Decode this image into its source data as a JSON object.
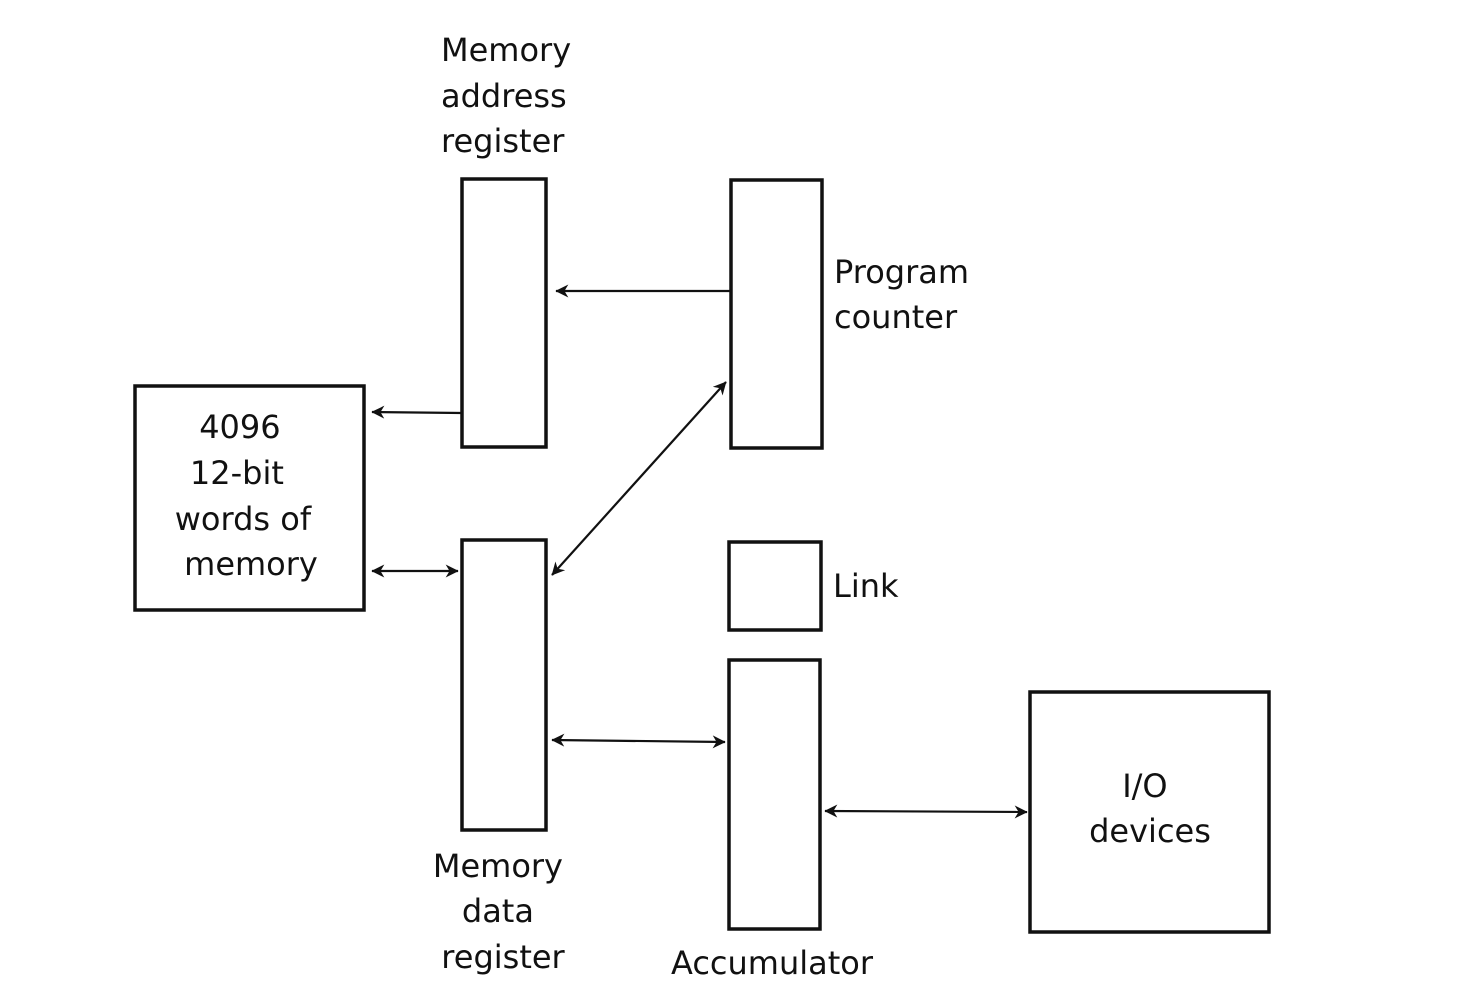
{
  "memory_address_register": {
    "label_lines": [
      "Memory",
      "address",
      "register"
    ]
  },
  "program_counter": {
    "label_lines": [
      "Program",
      "counter"
    ]
  },
  "memory": {
    "label_lines": [
      "4096",
      "12-bit",
      "words of",
      "memory"
    ]
  },
  "memory_data_register": {
    "label_lines": [
      "Memory",
      "data",
      "register"
    ]
  },
  "link": {
    "label": "Link"
  },
  "accumulator": {
    "label": "Accumulator"
  },
  "io_devices": {
    "label_lines": [
      "I/O",
      "devices"
    ]
  }
}
